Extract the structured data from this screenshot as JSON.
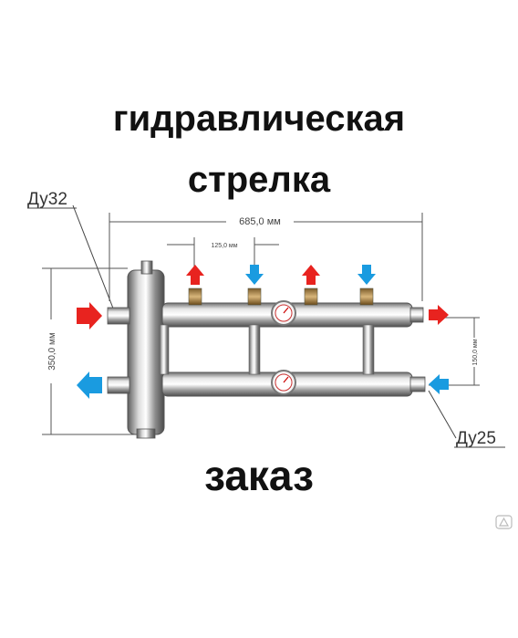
{
  "title_line1": "гидравлическая",
  "title_line2": "стрелка",
  "order_text": "заказ",
  "labels": {
    "du32": "Ду32",
    "du25": "Ду25"
  },
  "dimensions": {
    "total_width": "685,0 мм",
    "pipe_spacing": "125,0 мм",
    "total_height": "350,0 мм",
    "branch_spacing": "150,0 мм"
  },
  "colors": {
    "hot_arrow": "#e8231f",
    "cold_arrow": "#1a9be0",
    "steel": "#b8b8b8"
  }
}
